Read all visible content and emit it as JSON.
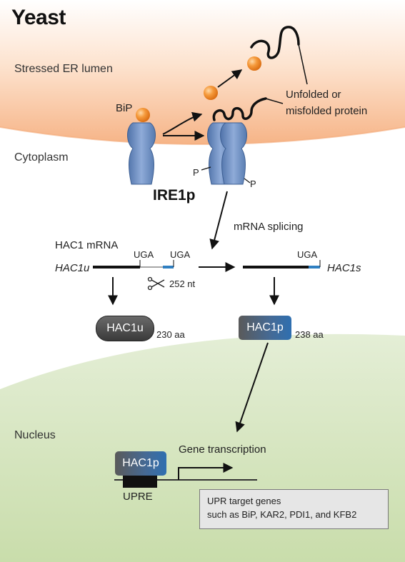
{
  "title": "Yeast",
  "regions": {
    "lumen": "Stressed ER lumen",
    "cytoplasm": "Cytoplasm",
    "nucleus": "Nucleus"
  },
  "labels": {
    "bip": "BiP",
    "unfolded_line1": "Unfolded or",
    "unfolded_line2": "misfolded protein",
    "phospho": "P",
    "ire1p": "IRE1p",
    "mrna_splicing": "mRNA splicing",
    "hac1_mrna": "HAC1 mRNA",
    "uga": "UGA",
    "hac1u_gene": "HAC1u",
    "hac1s_gene": "HAC1s",
    "intron_length": "252 nt",
    "hac1u_protein": "HAC1u",
    "hac1u_length": "230 aa",
    "hac1p_protein": "HAC1p",
    "hac1p_length": "238 aa",
    "gene_transcription": "Gene transcription",
    "upre": "UPRE",
    "target_line1": "UPR target genes",
    "target_line2": "such as BiP, KAR2, PDI1, and KFB2"
  },
  "colors": {
    "lumen_orange": "#f7b78d",
    "nucleus_green": "#cfe0b3",
    "ire1_blue": "#6e8fc4",
    "bip_orange": "#f08a2c",
    "hac1u_dark": "#4d4d4d",
    "hac1p_blue": "#3a6ea5"
  }
}
